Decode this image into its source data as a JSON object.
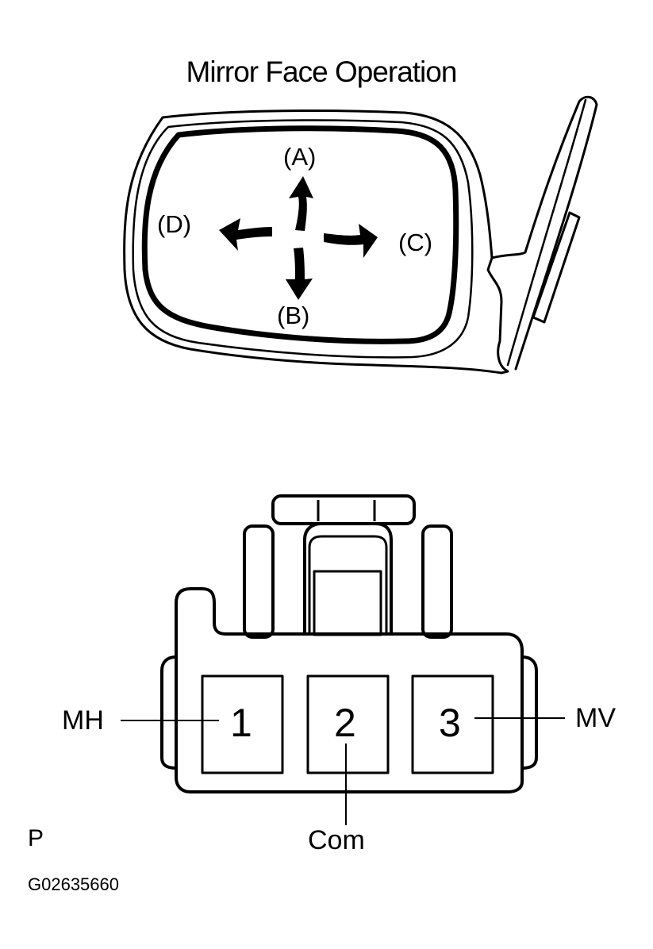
{
  "title": "Mirror Face Operation",
  "mirror": {
    "directions": [
      {
        "id": "A",
        "label": "(A)",
        "meaning": "up"
      },
      {
        "id": "B",
        "label": "(B)",
        "meaning": "down"
      },
      {
        "id": "C",
        "label": "(C)",
        "meaning": "right"
      },
      {
        "id": "D",
        "label": "(D)",
        "meaning": "left"
      }
    ]
  },
  "connector": {
    "pins": [
      {
        "number": "1",
        "label": "MH"
      },
      {
        "number": "2",
        "label": "Com"
      },
      {
        "number": "3",
        "label": "MV"
      }
    ]
  },
  "footer": {
    "view_marker": "P",
    "figure_code": "G02635660"
  },
  "colors": {
    "line": "#000000",
    "background": "#ffffff"
  }
}
